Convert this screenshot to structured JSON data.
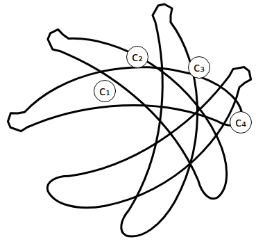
{
  "diagram": {
    "nodes": [
      {
        "text": [
          "c₁"
        ]
      },
      {
        "text": [
          "c₂"
        ]
      },
      {
        "text": [
          "c₃"
        ]
      },
      {
        "text": [
          "c₄"
        ]
      }
    ]
  }
}
